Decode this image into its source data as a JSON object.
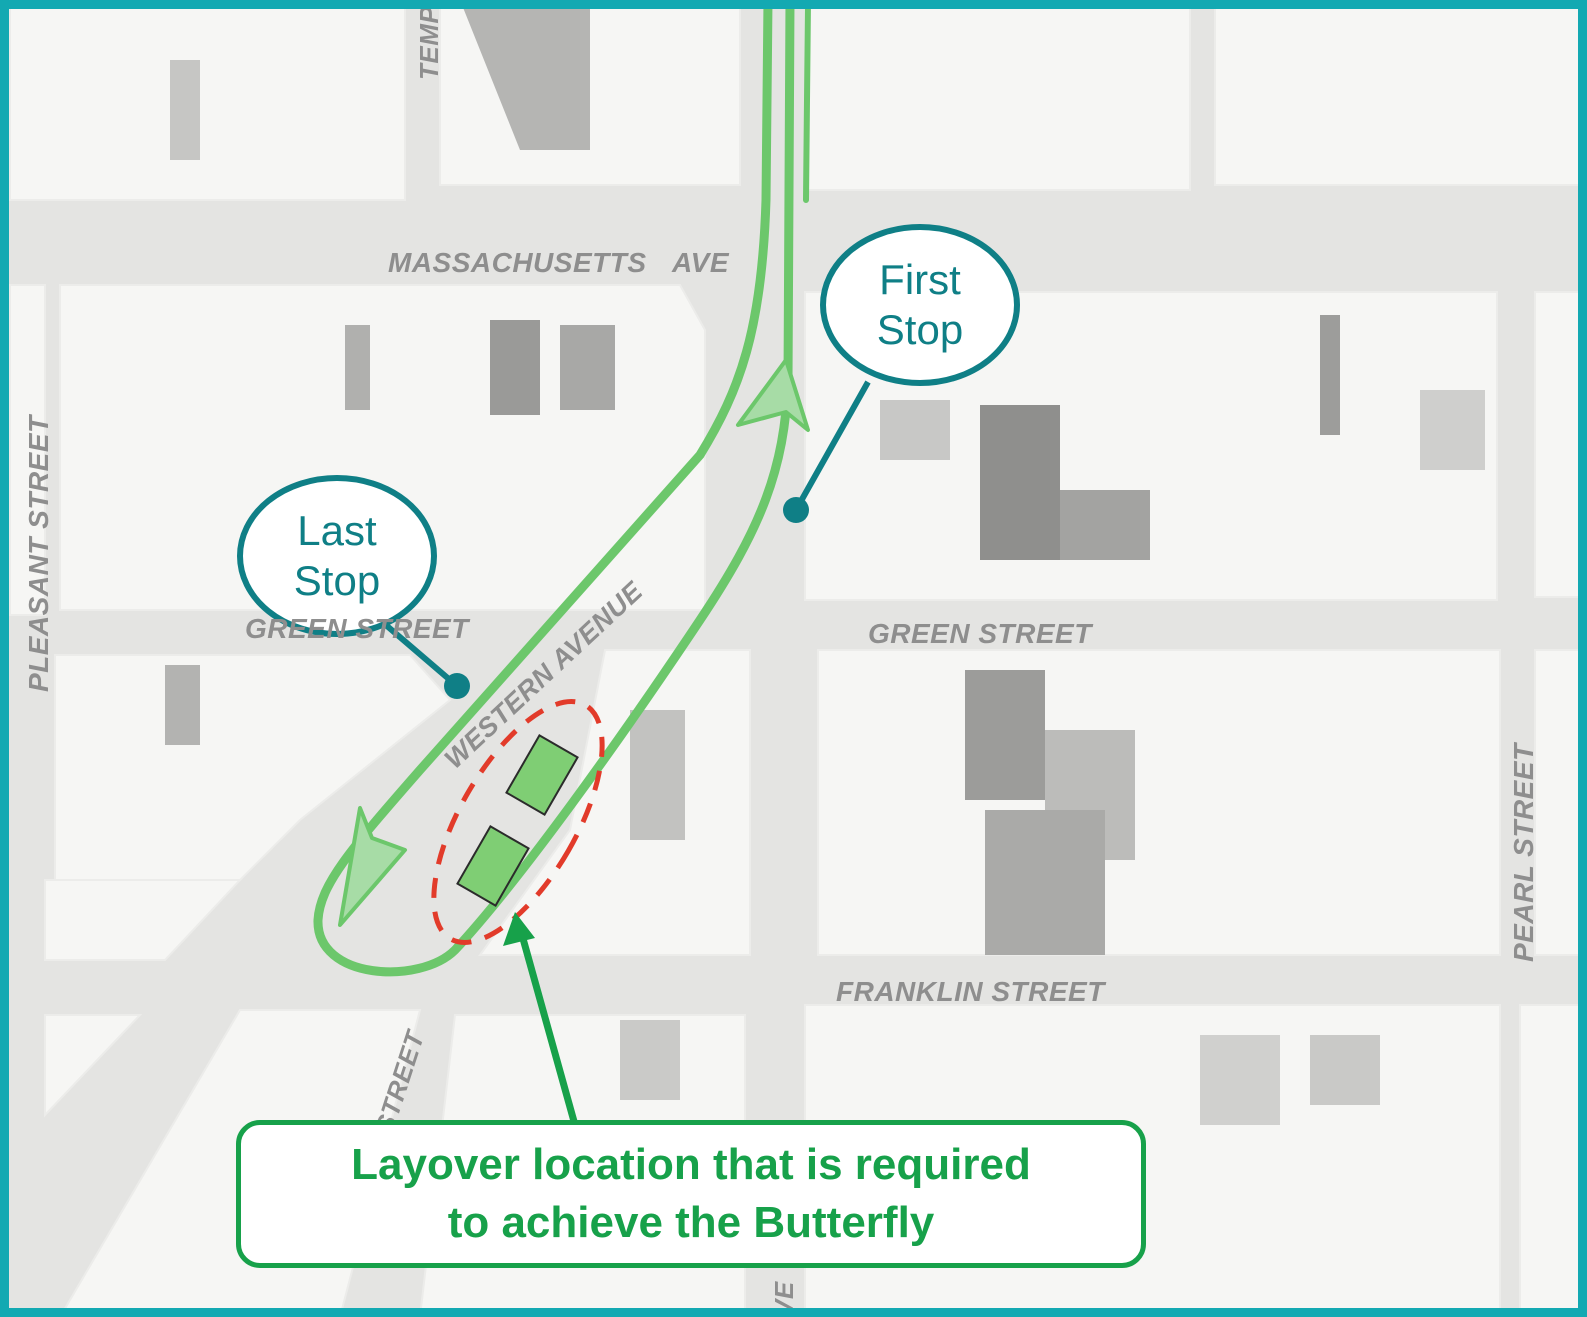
{
  "map": {
    "streets": {
      "massachusetts": "MASSACHUSETTS",
      "ave": "AVE",
      "green_left": "GREEN STREET",
      "green_right": "GREEN STREET",
      "franklin": "FRANKLIN STREET",
      "pleasant": "PLEASANT STREET",
      "pearl": "PEARL STREET",
      "western": "WESTERN AVENUE",
      "temple_fragment": "TEMP",
      "bottom_street_fragment": "STREET",
      "bottom_ve_fragment": "VE"
    },
    "callouts": {
      "first_stop_line1": "First",
      "first_stop_line2": "Stop",
      "last_stop_line1": "Last",
      "last_stop_line2": "Stop"
    },
    "info_box": {
      "line1": "Layover location that is required",
      "line2": "to achieve the Butterfly"
    },
    "colors": {
      "frame": "#13a9b2",
      "route": "#6cc76b",
      "callout": "#0f7f86",
      "layover_outline": "#e23b2a",
      "info_text": "#17a14a"
    }
  }
}
